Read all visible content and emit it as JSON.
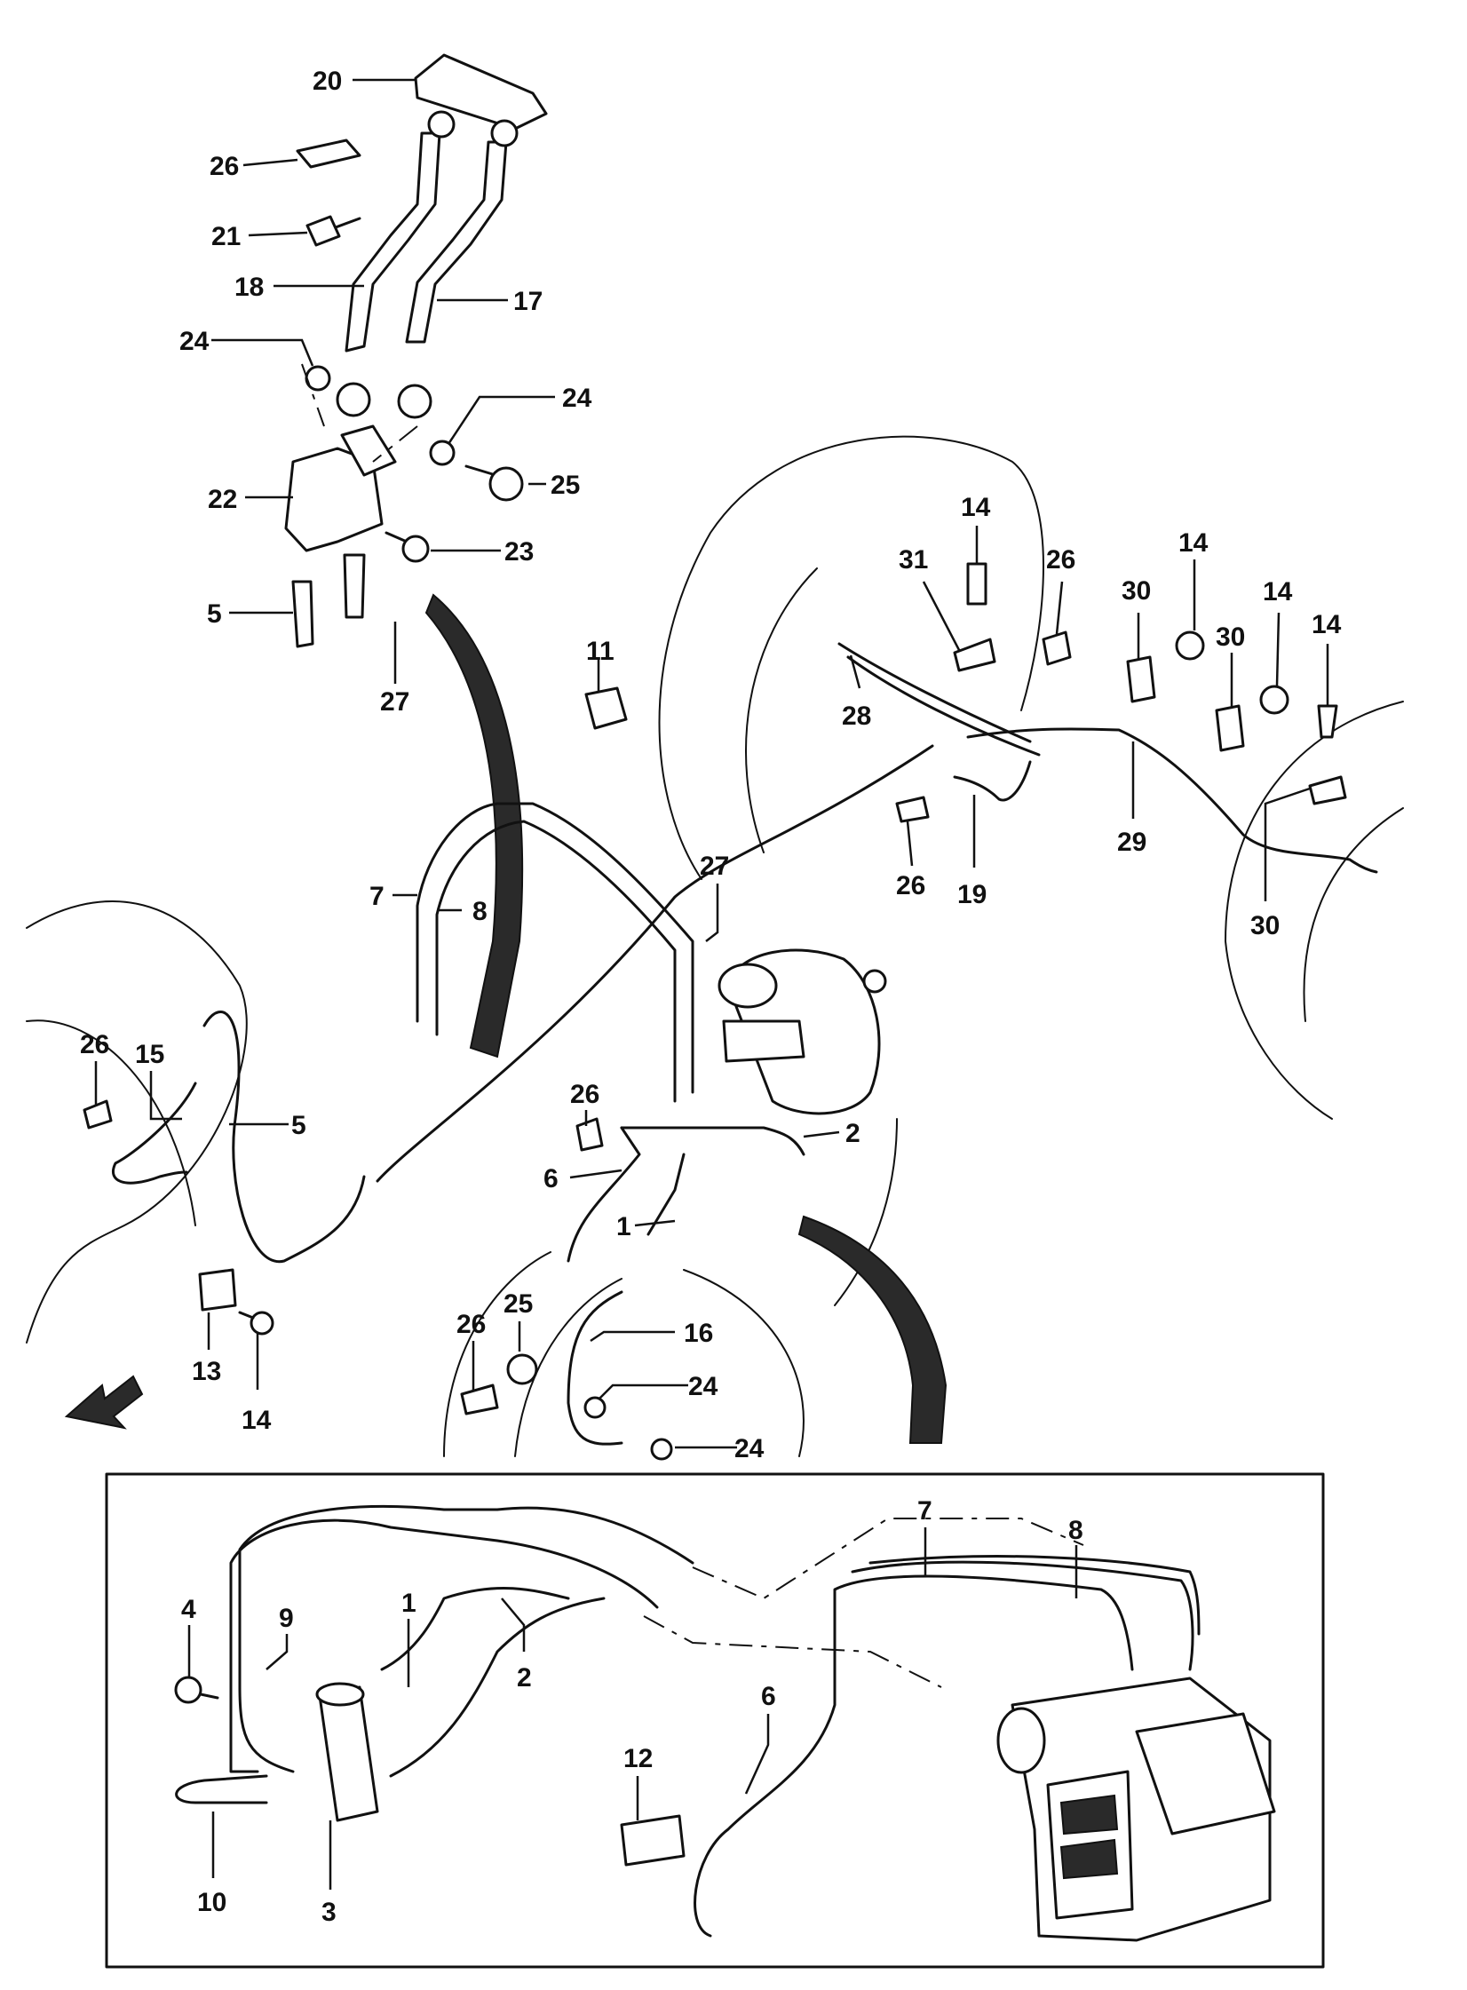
{
  "callouts": {
    "c20": "20",
    "c26a": "26",
    "c21": "21",
    "c18": "18",
    "c17": "17",
    "c24a": "24",
    "c24b": "24",
    "c25a": "25",
    "c22": "22",
    "c23": "23",
    "c5a": "5",
    "c27a": "27",
    "c11": "11",
    "c14a": "14",
    "c31": "31",
    "c26b": "26",
    "c14b": "14",
    "c30a": "30",
    "c14c": "14",
    "c30b": "30",
    "c14d": "14",
    "c28": "28",
    "c29": "29",
    "c30c": "30",
    "c27b": "27",
    "c26c": "26",
    "c19": "19",
    "c7a": "7",
    "c8a": "8",
    "c26d": "26",
    "c15": "15",
    "c5b": "5",
    "c26e": "26",
    "c2a": "2",
    "c6a": "6",
    "c1a": "1",
    "c25b": "25",
    "c16": "16",
    "c26f": "26",
    "c24c": "24",
    "c24d": "24",
    "c13": "13",
    "c14e": "14",
    "c4": "4",
    "c9": "9",
    "c1b": "1",
    "c2b": "2",
    "c7b": "7",
    "c8b": "8",
    "c6b": "6",
    "c12": "12",
    "c10": "10",
    "c3": "3"
  },
  "colors": {
    "ink": "#111111",
    "background": "#ffffff"
  }
}
